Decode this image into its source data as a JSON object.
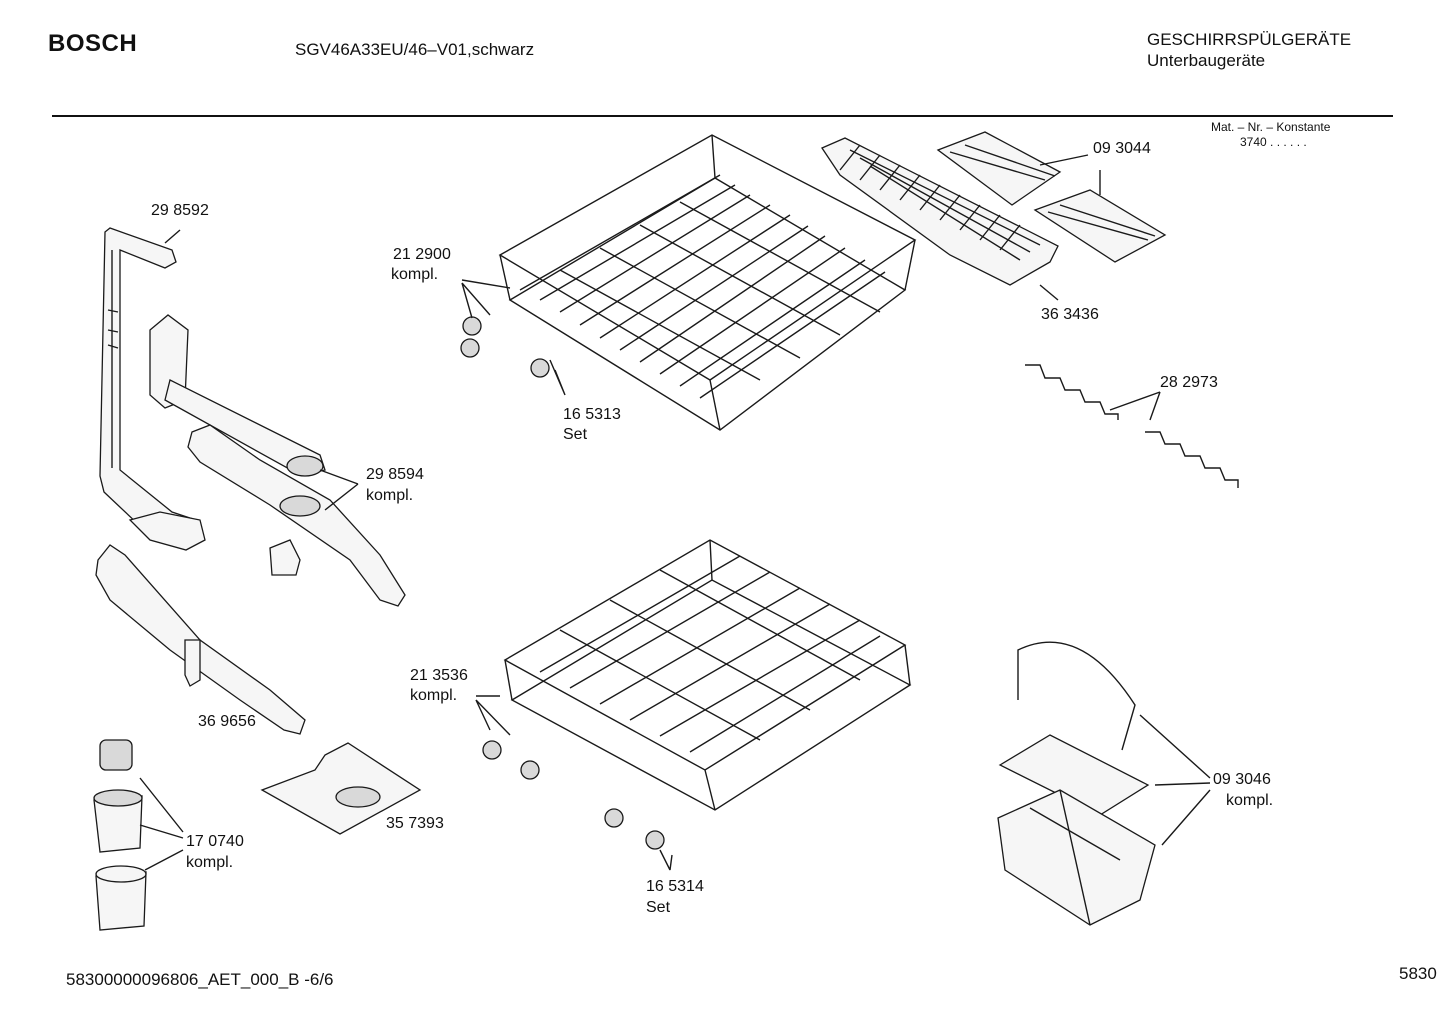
{
  "header": {
    "brand": "BOSCH",
    "model": "SGV46A33EU/46–V01,schwarz",
    "category": "GESCHIRRSPÜLGERÄTE",
    "subcategory": "Unterbaugeräte",
    "mat_label": "Mat. – Nr. – Konstante",
    "mat_value": "3740  .  .  .  .  .  ."
  },
  "parts": {
    "p298592": "29 8592",
    "p212900": "21 2900",
    "p212900_note": "kompl.",
    "p093044": "09 3044",
    "p363436": "36 3436",
    "p282973": "28 2973",
    "p165313": "16 5313",
    "p165313_note": "Set",
    "p298594": "29 8594",
    "p298594_note": "kompl.",
    "p369656": "36 9656",
    "p213536": "21 3536",
    "p213536_note": "kompl.",
    "p357393": "35 7393",
    "p170740": "17 0740",
    "p170740_note": "kompl.",
    "p165314": "16 5314",
    "p165314_note": "Set",
    "p093046": "09 3046",
    "p093046_note": "kompl."
  },
  "footer": {
    "doc_id": "58300000096806_AET_000_B  -6/6",
    "page_ref": "5830"
  }
}
